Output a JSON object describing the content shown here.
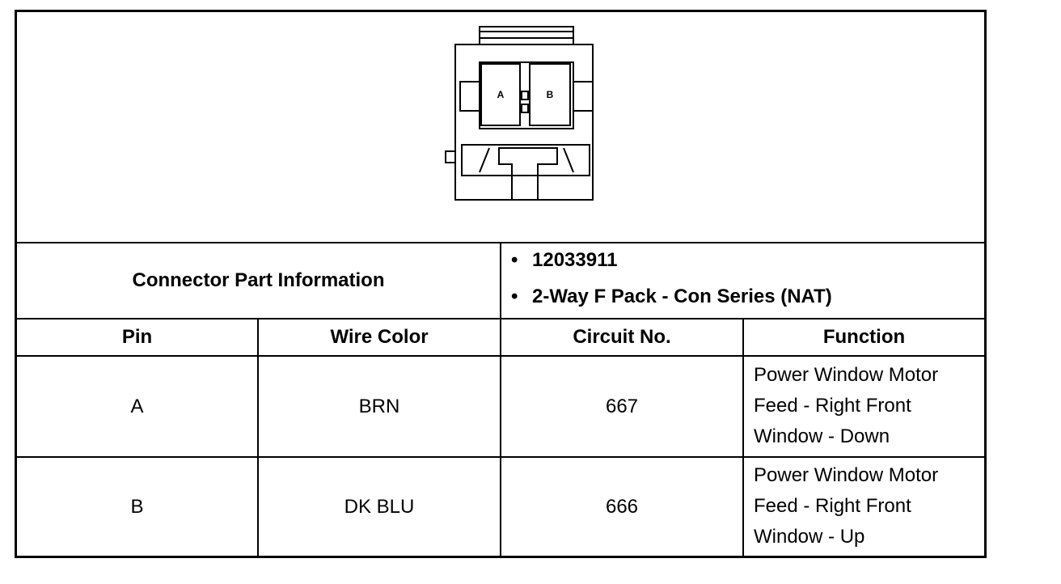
{
  "connector": {
    "diagram": {
      "pin_a": "A",
      "pin_b": "B"
    },
    "info_label": "Connector Part Information",
    "info_items": [
      "12033911",
      "2-Way F Pack - Con Series (NAT)"
    ]
  },
  "table": {
    "headers": [
      "Pin",
      "Wire Color",
      "Circuit No.",
      "Function"
    ],
    "rows": [
      {
        "pin": "A",
        "wire_color": "BRN",
        "circuit": "667",
        "function": [
          "Power Window Motor",
          "Feed - Right Front",
          "Window - Down"
        ]
      },
      {
        "pin": "B",
        "wire_color": "DK BLU",
        "circuit": "666",
        "function": [
          "Power Window Motor",
          "Feed - Right Front",
          "Window - Up"
        ]
      }
    ]
  }
}
